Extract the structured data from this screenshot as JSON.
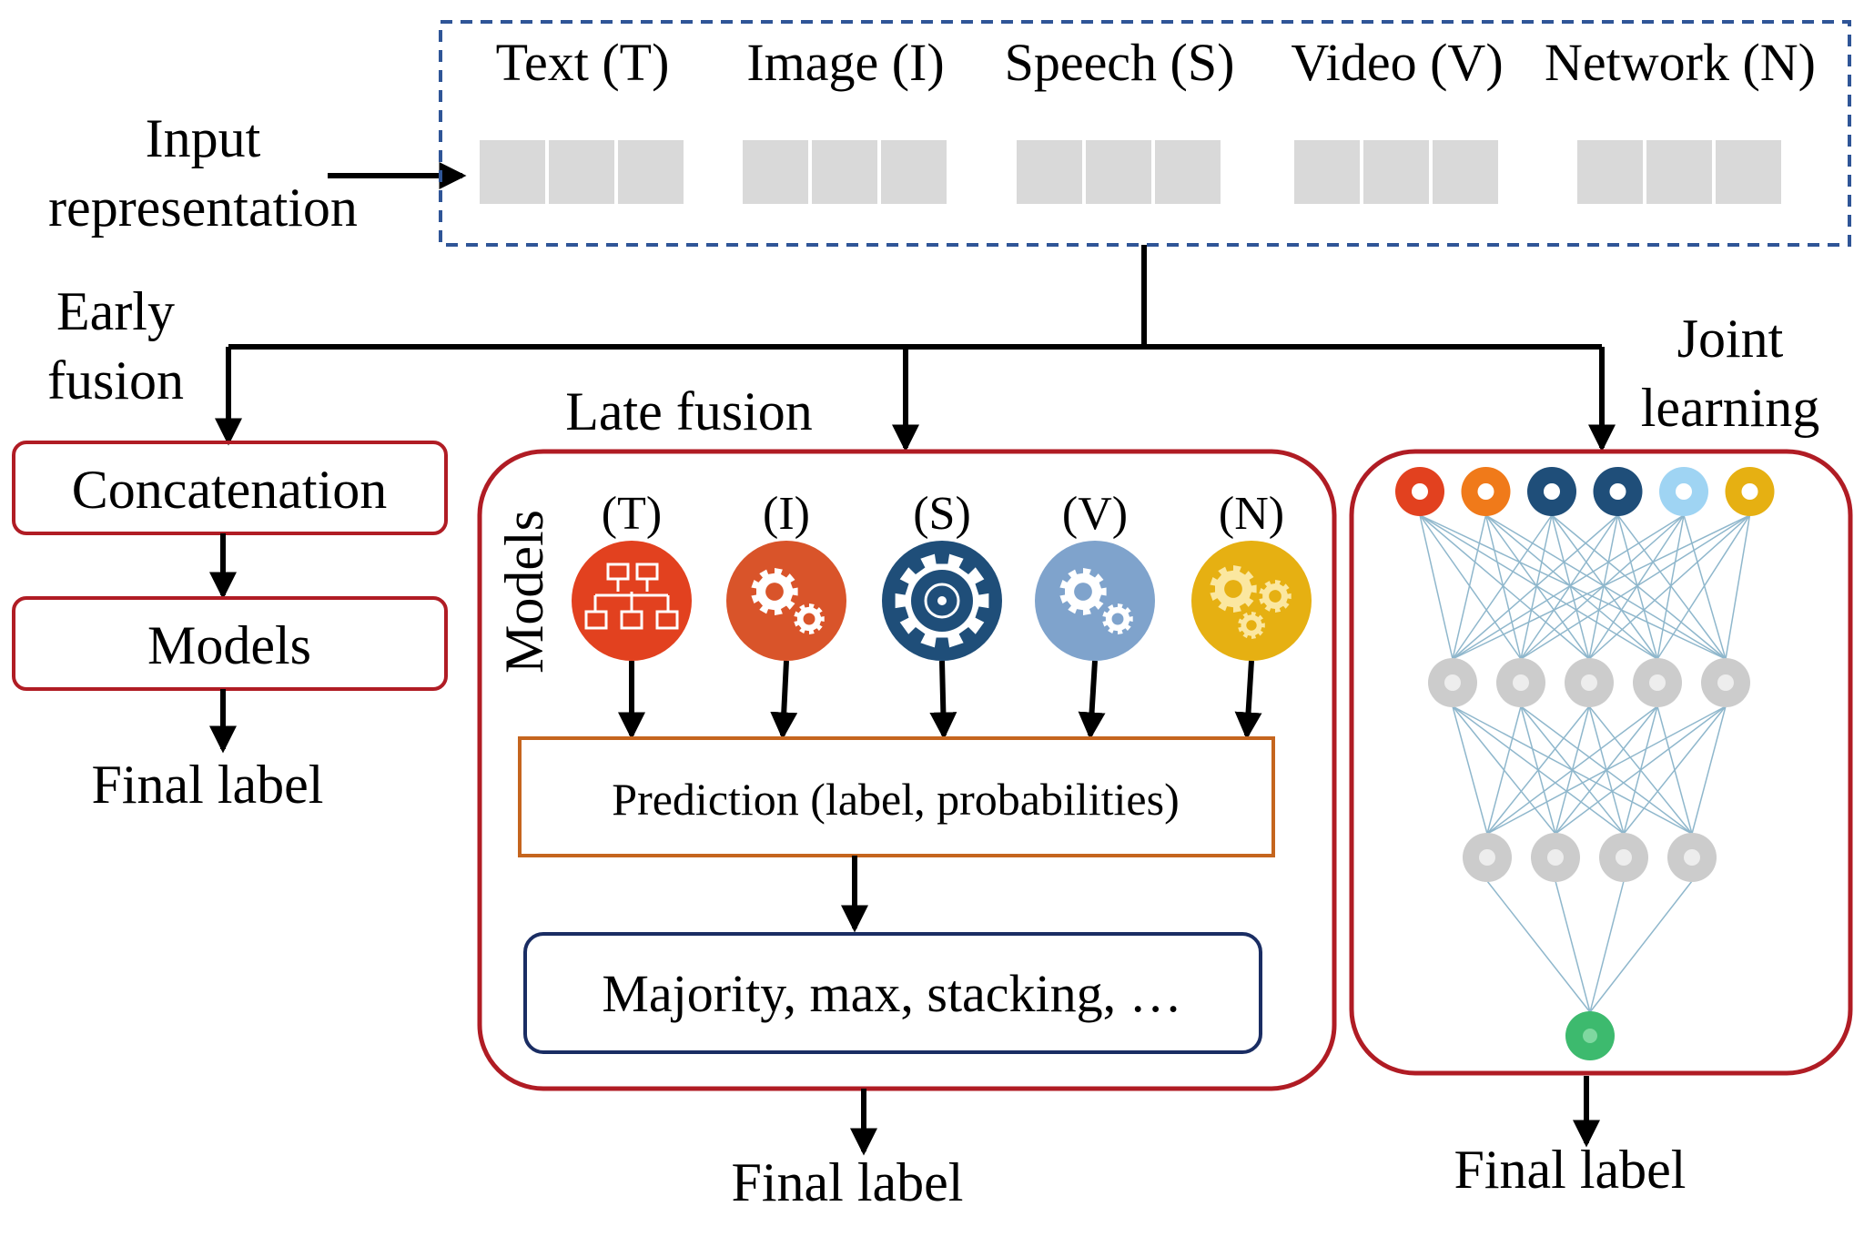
{
  "input": {
    "label_line1": "Input",
    "label_line2": "representation",
    "modalities": [
      {
        "label": "Text (T)"
      },
      {
        "label": "Image (I)"
      },
      {
        "label": "Speech (S)"
      },
      {
        "label": "Video (V)"
      },
      {
        "label": "Network (N)"
      }
    ]
  },
  "early_fusion": {
    "title_line1": "Early",
    "title_line2": "fusion",
    "concat_label": "Concatenation",
    "models_label": "Models",
    "final_label": "Final label"
  },
  "late_fusion": {
    "title": "Late fusion",
    "models_vertical_label": "Models",
    "models": [
      {
        "code": "(T)",
        "color": "#e2411f",
        "icon": "hierarchy-icon"
      },
      {
        "code": "(I)",
        "color": "#d9542a",
        "icon": "gears-icon"
      },
      {
        "code": "(S)",
        "color": "#1f4e79",
        "icon": "gear-icon"
      },
      {
        "code": "(V)",
        "color": "#7fa3cc",
        "icon": "gears-icon"
      },
      {
        "code": "(N)",
        "color": "#e6b012",
        "icon": "gears-icon"
      }
    ],
    "prediction_label": "Prediction (label, probabilities)",
    "aggregation_label": "Majority, max, stacking, …",
    "final_label": "Final label"
  },
  "joint_learning": {
    "title_line1": "Joint",
    "title_line2": "learning",
    "input_node_colors": [
      "#e2411f",
      "#f07a1a",
      "#1f4e79",
      "#1f4e79",
      "#9fd4f3",
      "#e6b012"
    ],
    "hidden1_count": 5,
    "hidden2_count": 4,
    "hidden_node_color": "#cccccc",
    "output_node_color": "#3dba6e",
    "edge_color": "#8fb7cc",
    "final_label": "Final label"
  },
  "colors": {
    "input_box_border": "#2f5597",
    "fusion_box_border": "#b01c24",
    "prediction_border": "#c5651e",
    "aggregation_border": "#1a2d63",
    "token_fill": "#d9d9d9"
  }
}
